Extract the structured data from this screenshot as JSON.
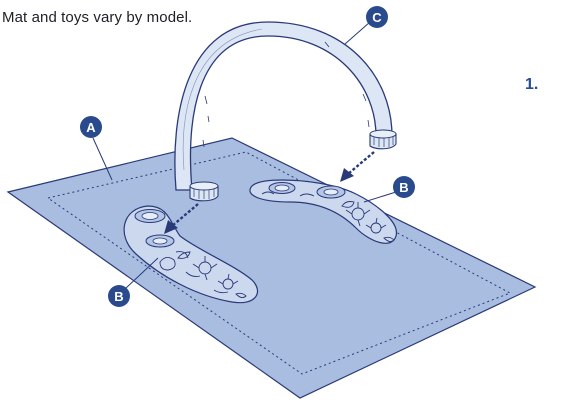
{
  "caption": "Mat and toys vary by model.",
  "step_number": "1.",
  "callouts": {
    "a": "A",
    "b": "B",
    "c": "C"
  },
  "colors": {
    "mat_fill": "#a8bde0",
    "outline": "#2a3a78",
    "callout_fill": "#2a4a8e",
    "arch_fill": "#dce6f4"
  }
}
